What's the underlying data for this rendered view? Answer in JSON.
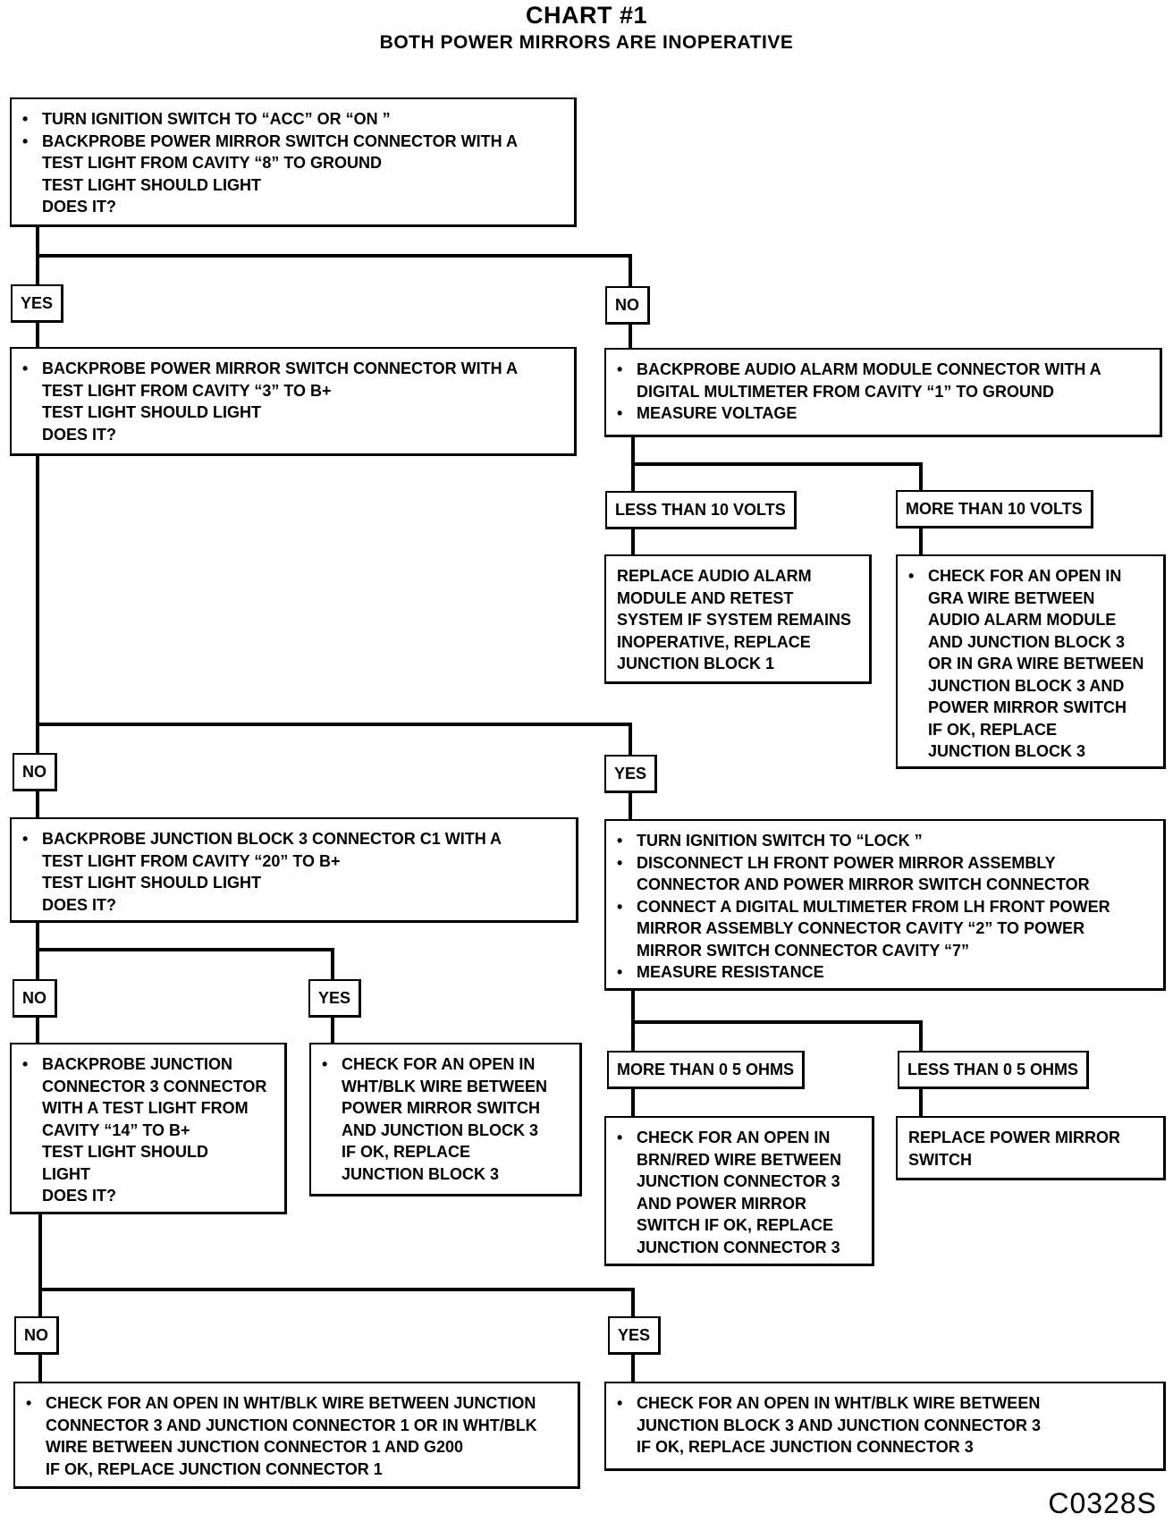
{
  "title": "CHART #1",
  "subtitle": "BOTH POWER MIRRORS ARE INOPERATIVE",
  "footer_code": "C0328S",
  "boxes": {
    "b1": [
      {
        "bullet": true,
        "text": "TURN IGNITION SWITCH TO “ACC” OR “ON ”"
      },
      {
        "bullet": true,
        "text": "BACKPROBE POWER MIRROR SWITCH CONNECTOR WITH A"
      },
      {
        "bullet": false,
        "text": "TEST LIGHT FROM CAVITY “8” TO GROUND"
      },
      {
        "bullet": false,
        "text": "TEST LIGHT SHOULD LIGHT"
      },
      {
        "bullet": false,
        "text": "DOES IT?"
      }
    ],
    "b2": [
      {
        "bullet": true,
        "text": "BACKPROBE POWER MIRROR SWITCH CONNECTOR WITH A"
      },
      {
        "bullet": false,
        "text": "TEST LIGHT FROM CAVITY “3” TO B+"
      },
      {
        "bullet": false,
        "text": "TEST LIGHT SHOULD LIGHT"
      },
      {
        "bullet": false,
        "text": "DOES IT?"
      }
    ],
    "b3": [
      {
        "bullet": true,
        "text": "BACKPROBE AUDIO ALARM MODULE CONNECTOR WITH A"
      },
      {
        "bullet": false,
        "text": "DIGITAL MULTIMETER FROM CAVITY “1” TO GROUND"
      },
      {
        "bullet": true,
        "text": "MEASURE VOLTAGE"
      }
    ],
    "b4": [
      {
        "bullet": false,
        "text": "REPLACE AUDIO ALARM"
      },
      {
        "bullet": false,
        "text": "MODULE AND RETEST"
      },
      {
        "bullet": false,
        "text": "SYSTEM  IF SYSTEM REMAINS"
      },
      {
        "bullet": false,
        "text": "INOPERATIVE, REPLACE"
      },
      {
        "bullet": false,
        "text": "JUNCTION BLOCK 1"
      }
    ],
    "b5": [
      {
        "bullet": true,
        "text": "CHECK FOR AN OPEN IN"
      },
      {
        "bullet": false,
        "text": "GRA WIRE BETWEEN"
      },
      {
        "bullet": false,
        "text": "AUDIO ALARM MODULE"
      },
      {
        "bullet": false,
        "text": "AND JUNCTION BLOCK 3"
      },
      {
        "bullet": false,
        "text": "OR IN GRA WIRE BETWEEN"
      },
      {
        "bullet": false,
        "text": "JUNCTION BLOCK 3 AND"
      },
      {
        "bullet": false,
        "text": "POWER MIRROR SWITCH"
      },
      {
        "bullet": false,
        "text": "IF OK, REPLACE"
      },
      {
        "bullet": false,
        "text": "JUNCTION BLOCK 3"
      }
    ],
    "b6": [
      {
        "bullet": true,
        "text": "BACKPROBE JUNCTION BLOCK 3 CONNECTOR C1 WITH A"
      },
      {
        "bullet": false,
        "text": "TEST LIGHT FROM CAVITY “20” TO B+"
      },
      {
        "bullet": false,
        "text": "TEST LIGHT SHOULD LIGHT"
      },
      {
        "bullet": false,
        "text": "DOES IT?"
      }
    ],
    "b7": [
      {
        "bullet": true,
        "text": "TURN IGNITION SWITCH TO “LOCK ”"
      },
      {
        "bullet": true,
        "text": "DISCONNECT LH FRONT POWER MIRROR ASSEMBLY"
      },
      {
        "bullet": false,
        "text": "CONNECTOR AND POWER MIRROR SWITCH CONNECTOR"
      },
      {
        "bullet": true,
        "text": "CONNECT A DIGITAL MULTIMETER FROM LH FRONT POWER"
      },
      {
        "bullet": false,
        "text": "MIRROR ASSEMBLY CONNECTOR CAVITY “2” TO POWER"
      },
      {
        "bullet": false,
        "text": "MIRROR SWITCH CONNECTOR CAVITY “7”"
      },
      {
        "bullet": true,
        "text": "MEASURE RESISTANCE"
      }
    ],
    "b8": [
      {
        "bullet": true,
        "text": "BACKPROBE JUNCTION"
      },
      {
        "bullet": false,
        "text": "CONNECTOR 3 CONNECTOR"
      },
      {
        "bullet": false,
        "text": "WITH A TEST LIGHT FROM"
      },
      {
        "bullet": false,
        "text": "CAVITY “14” TO B+"
      },
      {
        "bullet": false,
        "text": "TEST LIGHT SHOULD"
      },
      {
        "bullet": false,
        "text": "LIGHT"
      },
      {
        "bullet": false,
        "text": "DOES IT?"
      }
    ],
    "b9": [
      {
        "bullet": true,
        "text": "CHECK FOR AN OPEN IN"
      },
      {
        "bullet": false,
        "text": "WHT/BLK WIRE BETWEEN"
      },
      {
        "bullet": false,
        "text": "POWER MIRROR SWITCH"
      },
      {
        "bullet": false,
        "text": "AND JUNCTION BLOCK 3"
      },
      {
        "bullet": false,
        "text": "IF OK, REPLACE"
      },
      {
        "bullet": false,
        "text": "JUNCTION BLOCK 3"
      }
    ],
    "b10": [
      {
        "bullet": true,
        "text": "CHECK FOR AN OPEN IN"
      },
      {
        "bullet": false,
        "text": "BRN/RED WIRE BETWEEN"
      },
      {
        "bullet": false,
        "text": "JUNCTION CONNECTOR 3"
      },
      {
        "bullet": false,
        "text": "AND POWER MIRROR"
      },
      {
        "bullet": false,
        "text": "SWITCH  IF OK, REPLACE"
      },
      {
        "bullet": false,
        "text": "JUNCTION CONNECTOR 3"
      }
    ],
    "b11": [
      {
        "bullet": false,
        "text": "REPLACE POWER MIRROR"
      },
      {
        "bullet": false,
        "text": "SWITCH"
      }
    ],
    "b12": [
      {
        "bullet": true,
        "text": "CHECK FOR AN OPEN IN WHT/BLK WIRE BETWEEN JUNCTION"
      },
      {
        "bullet": false,
        "text": "CONNECTOR 3 AND JUNCTION CONNECTOR 1 OR IN WHT/BLK"
      },
      {
        "bullet": false,
        "text": "WIRE BETWEEN JUNCTION CONNECTOR 1 AND G200"
      },
      {
        "bullet": false,
        "text": "IF OK, REPLACE JUNCTION CONNECTOR 1"
      }
    ],
    "b13": [
      {
        "bullet": true,
        "text": "CHECK FOR AN OPEN IN WHT/BLK WIRE BETWEEN"
      },
      {
        "bullet": false,
        "text": "JUNCTION BLOCK 3 AND JUNCTION CONNECTOR 3"
      },
      {
        "bullet": false,
        "text": "IF OK, REPLACE JUNCTION CONNECTOR 3"
      }
    ]
  },
  "labels": {
    "l1_yes": "YES",
    "l1_no": "NO",
    "l3_less10": "LESS THAN 10 VOLTS",
    "l3_more10": "MORE THAN 10 VOLTS",
    "l2_no": "NO",
    "l2_yes": "YES",
    "l6_no": "NO",
    "l6_yes": "YES",
    "l7_more05": "MORE THAN 0 5 OHMS",
    "l7_less05": "LESS THAN 0 5 OHMS",
    "l8_no": "NO",
    "l8_yes": "YES"
  }
}
